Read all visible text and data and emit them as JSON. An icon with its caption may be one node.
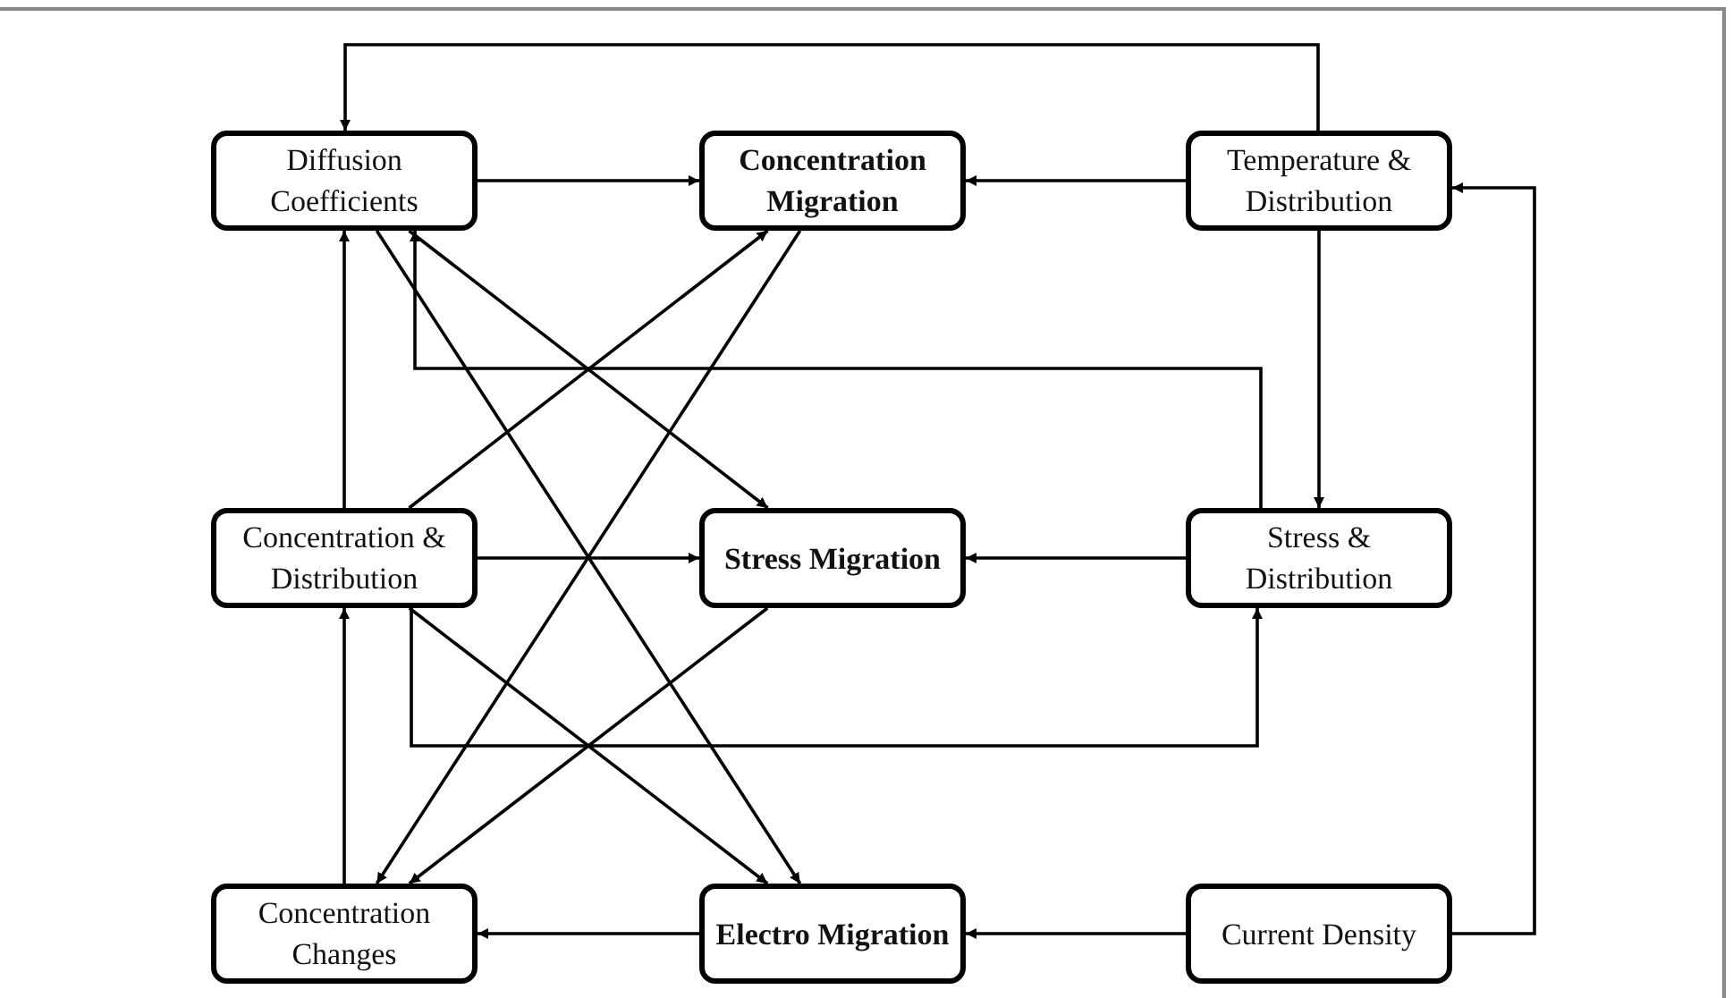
{
  "diagram": {
    "nodes": [
      {
        "text": [
          "Diffusion Coefficients"
        ]
      },
      {
        "text": [
          "Concentration Migration"
        ]
      },
      {
        "text": [
          "Temperature & Distribution"
        ]
      },
      {
        "text": [
          "Concentration & Distribution"
        ]
      },
      {
        "text": [
          "Stress Migration"
        ]
      },
      {
        "text": [
          "Stress & Distribution"
        ]
      },
      {
        "text": [
          "Concentration Changes"
        ]
      },
      {
        "text": [
          "Electro Migration"
        ]
      },
      {
        "text": [
          "Current Density"
        ]
      }
    ],
    "edges": [
      {
        "from": 2,
        "to": 0,
        "arrow": "to"
      },
      {
        "from": 0,
        "to": 1,
        "arrow": "to"
      },
      {
        "from": 2,
        "to": 1,
        "arrow": "to"
      },
      {
        "from": 0,
        "to": 4,
        "arrow": "to"
      },
      {
        "from": 0,
        "to": 7,
        "arrow": "to"
      },
      {
        "from": 3,
        "to": 1,
        "arrow": "to"
      },
      {
        "from": 1,
        "to": 6,
        "arrow": "to"
      },
      {
        "from": 5,
        "to": 0,
        "arrow": "to"
      },
      {
        "from": 2,
        "to": 5,
        "arrow": "to"
      },
      {
        "from": 8,
        "to": 2,
        "arrow": "to"
      },
      {
        "from": 3,
        "to": 0,
        "arrow": "to"
      },
      {
        "from": 3,
        "to": 4,
        "arrow": "to"
      },
      {
        "from": 5,
        "to": 4,
        "arrow": "to"
      },
      {
        "from": 3,
        "to": 7,
        "arrow": "to"
      },
      {
        "from": 4,
        "to": 6,
        "arrow": "to"
      },
      {
        "from": 3,
        "to": 5,
        "arrow": "to"
      },
      {
        "from": 6,
        "to": 3,
        "arrow": "to"
      },
      {
        "from": 7,
        "to": 6,
        "arrow": "to"
      },
      {
        "from": 8,
        "to": 7,
        "arrow": "to"
      }
    ]
  }
}
